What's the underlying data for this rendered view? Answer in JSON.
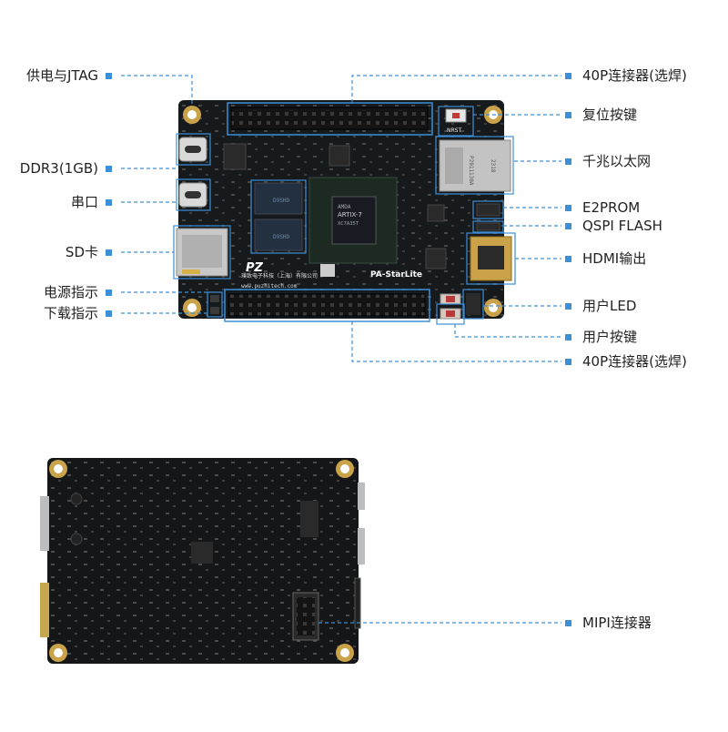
{
  "board": {
    "silk_brand": "PZ",
    "silk_company": "璞致电子科技（上海）有限公司",
    "silk_url": "www.puzhitech.com",
    "silk_model": "PA-StarLite",
    "chip_brand": "AMDA",
    "chip_name": "ARTIX-7",
    "chip_part": "XC7A35T",
    "rst_silk": "NRST",
    "eth_model": "P2911130A",
    "eth_date": "2318"
  },
  "callouts": {
    "jtag": "供电与JTAG",
    "ddr3": "DDR3(1GB)",
    "uart": "串口",
    "sd": "SD卡",
    "power_led": "电源指示",
    "download_led": "下载指示",
    "header_top": "40P连接器(选焊)",
    "reset": "复位按键",
    "ethernet": "千兆以太网",
    "e2prom": "E2PROM",
    "qspi": "QSPI FLASH",
    "hdmi": "HDMI输出",
    "user_led": "用户LED",
    "user_key": "用户按键",
    "header_bottom": "40P连接器(选焊)",
    "mipi": "MIPI连接器"
  },
  "colors": {
    "accent": "#3d8fd6",
    "pcb": "#161a1c",
    "gold": "#c9a24a"
  }
}
